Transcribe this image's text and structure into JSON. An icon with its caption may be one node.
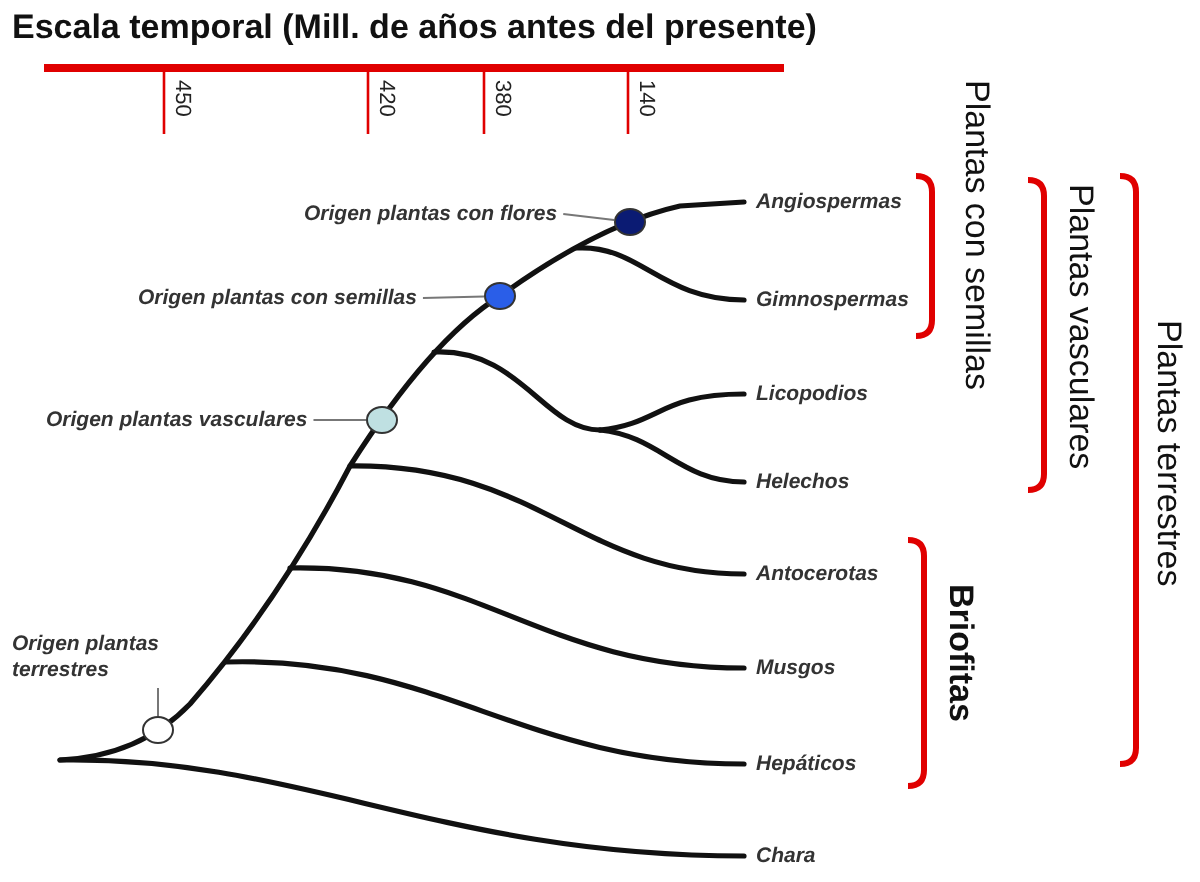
{
  "diagram": {
    "title": "Escala temporal (Mill. de años antes del presente)",
    "nodes": [
      {
        "text": [
          "Origen plantas con flores"
        ]
      },
      {
        "text": [],
        "shape": "circle"
      },
      {
        "text": [
          "Origen plantas con semillas"
        ]
      },
      {
        "text": [],
        "shape": "circle"
      },
      {
        "text": [
          "Origen plantas vasculares"
        ]
      },
      {
        "text": [],
        "shape": "circle"
      },
      {
        "text": [
          "Origen plantas terrestres"
        ]
      },
      {
        "text": [],
        "shape": "circle"
      }
    ],
    "edges": [
      {
        "from": 0,
        "to": 1,
        "arrow": "none"
      },
      {
        "from": 2,
        "to": 3,
        "arrow": "none"
      },
      {
        "from": 4,
        "to": 5,
        "arrow": "none"
      },
      {
        "from": 6,
        "to": 7,
        "arrow": "none"
      }
    ],
    "labels": [
      "450",
      "420",
      "380",
      "140",
      "Plantas con semillas",
      "Angiospermas",
      "Gimnospermas",
      "Plantas vasculares",
      "Plantas terrestres",
      "Licopodios",
      "Helechos",
      "Antocerotas",
      "Briofitas",
      "Musgos",
      "Hepáticos",
      "Chara"
    ]
  }
}
